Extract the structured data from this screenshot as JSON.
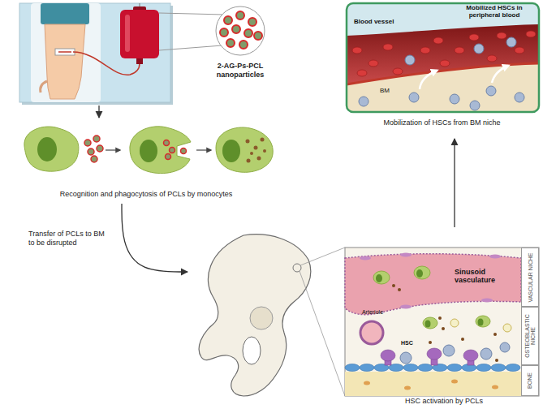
{
  "diagram": {
    "nodes": [
      {
        "text": [
          "2-AG-Ps-PCL nanoparticles"
        ]
      },
      {
        "text": [
          "Recognition and phagocytosis of PCLs by monocytes"
        ]
      },
      {
        "text": [
          "HSC activation by PCLs"
        ]
      },
      {
        "text": [
          "VASCULAR NICHE"
        ],
        "in": 2
      },
      {
        "text": [
          "OSTEOBLASTIC NICHE"
        ],
        "in": 2
      },
      {
        "text": [
          "BONE"
        ],
        "in": 2
      },
      {
        "text": [
          "Mobilization of HSCs from BM niche"
        ]
      }
    ],
    "edges": [
      {
        "from": 0,
        "to": 1,
        "arrow": "to"
      },
      {
        "from": 1,
        "to": 2,
        "label": "Transfer of PCLs to BM to be disrupted",
        "arrow": "to"
      },
      {
        "from": 2,
        "to": 6,
        "arrow": "to"
      }
    ],
    "labels": [
      "Blood vessel",
      "Mobilized HSCs in peripheral blood",
      "BM",
      "Sinusoid vasculature",
      "Arteriole",
      "HSC"
    ]
  }
}
